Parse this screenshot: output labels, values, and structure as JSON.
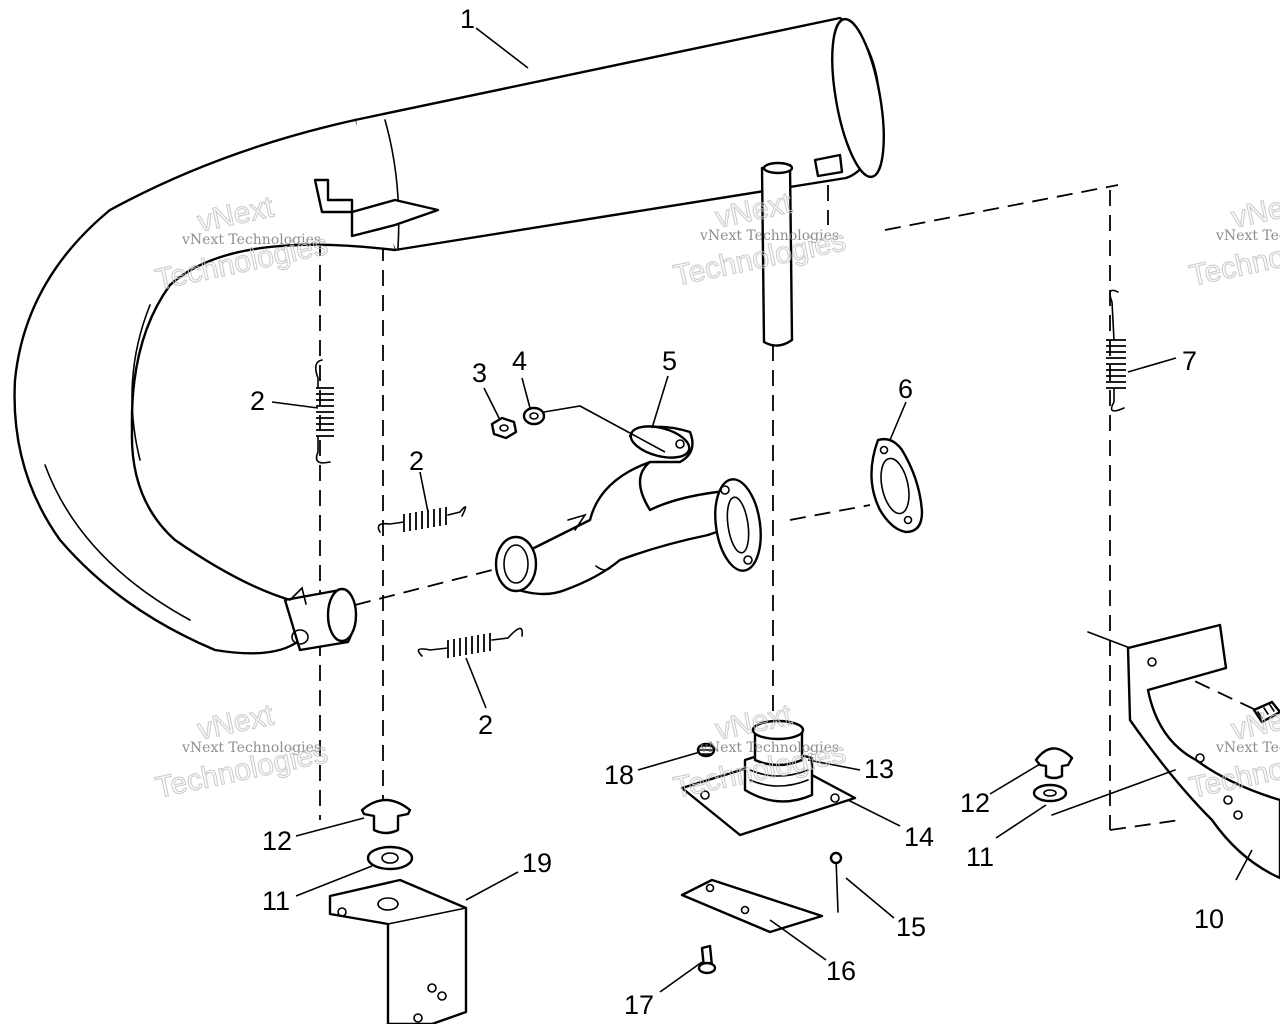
{
  "watermark": {
    "line1": "vNext Technologies",
    "line2": "Technologies",
    "line3": "vNext"
  },
  "callouts": [
    "1",
    "2",
    "2",
    "2",
    "3",
    "4",
    "5",
    "6",
    "7",
    "10",
    "11",
    "11",
    "12",
    "12",
    "13",
    "14",
    "15",
    "16",
    "17",
    "18",
    "19"
  ],
  "colors": {
    "ink": "#000000",
    "paper": "#ffffff",
    "watermark": "#c4c4c4"
  }
}
